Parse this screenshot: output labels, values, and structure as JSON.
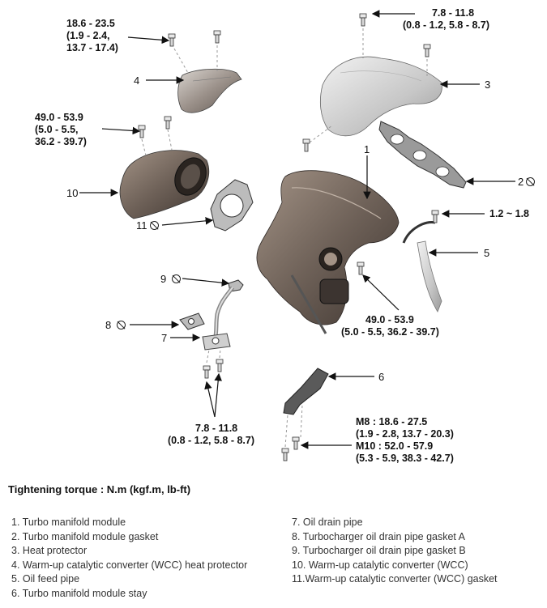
{
  "torques": {
    "wcc_heat_protector": [
      "18.6 - 23.5",
      "(1.9 - 2.4,",
      "13.7 - 17.4)"
    ],
    "heat_protector": [
      "7.8 - 11.8",
      "(0.8 - 1.2, 5.8 - 8.7)"
    ],
    "wcc": [
      "49.0 - 53.9",
      "(5.0 - 5.5,",
      "36.2 - 39.7)"
    ],
    "oil_feed_pipe": [
      "1.2 ~ 1.8"
    ],
    "manifold_module": [
      "49.0 - 53.9",
      "(5.0 - 5.5, 36.2 - 39.7)"
    ],
    "oil_drain_pipe": [
      "7.8 - 11.8",
      "(0.8 - 1.2, 5.8 - 8.7)"
    ],
    "stay": [
      "M8 : 18.6 - 27.5",
      "(1.9 - 2.8, 13.7 - 20.3)",
      "M10 : 52.0 - 57.9",
      "(5.3 - 5.9, 38.3 - 42.7)"
    ]
  },
  "callouts": {
    "c1": "1",
    "c2": "2",
    "c3": "3",
    "c4": "4",
    "c5": "5",
    "c6": "6",
    "c7": "7",
    "c8": "8",
    "c9": "9",
    "c10": "10",
    "c11": "11"
  },
  "caption": "Tightening torque : N.m (kgf.m, lb-ft)",
  "legend_left": [
    "1. Turbo manifold module",
    "2. Turbo manifold module gasket",
    "3. Heat protector",
    "4. Warm-up catalytic converter (WCC) heat protector",
    "5. Oil feed pipe",
    "6. Turbo manifold module stay"
  ],
  "legend_right": [
    "7. Oil drain pipe",
    "8. Turbocharger oil drain pipe gasket A",
    "9. Turbocharger oil drain pipe gasket B",
    "10. Warm-up catalytic converter (WCC)",
    "11.Warm-up catalytic converter (WCC) gasket"
  ],
  "icons": {
    "no_reuse": "no-reuse-icon",
    "bolt": "bolt-icon"
  }
}
